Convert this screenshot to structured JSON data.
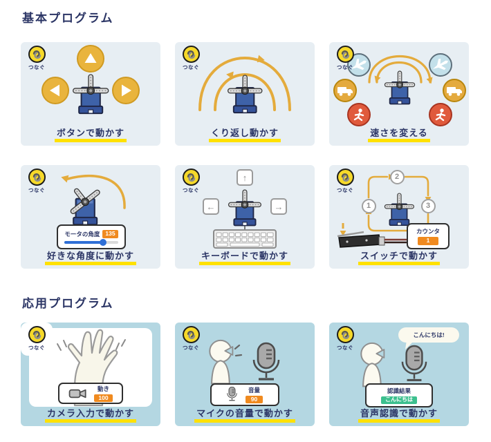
{
  "colors": {
    "navy_text": "#2b3565",
    "gold_accent": "#e4ab3c",
    "label_highlight": "#ffe100",
    "card_basic_bg": "#e7eef3",
    "card_applied_bg": "#b4d7e2",
    "coin_yellow": "#f6d92a",
    "orange_badge": "#f08a1f",
    "green_badge": "#3cc08e",
    "slider_blue": "#2f6fd6",
    "servo_blue": "#3e62a8"
  },
  "sections": [
    {
      "title": "基本プログラム",
      "cards": [
        {
          "label": "ボタンで動かす",
          "connect": "つなぐ"
        },
        {
          "label": "くり返し動かす",
          "connect": "つなぐ"
        },
        {
          "label": "速さを変える",
          "connect": "つなぐ"
        },
        {
          "label": "好きな角度に動かす",
          "connect": "つなぐ",
          "panel": {
            "label": "モータの角度",
            "value": "135"
          }
        },
        {
          "label": "キーボードで動かす",
          "connect": "つなぐ",
          "keys": {
            "up": "↑",
            "left": "←",
            "right": "→"
          }
        },
        {
          "label": "スイッチで動かす",
          "connect": "つなぐ",
          "steps": [
            "1",
            "2",
            "3"
          ],
          "panel": {
            "label": "カウンタ",
            "value": "1"
          }
        }
      ]
    },
    {
      "title": "応用プログラム",
      "cards": [
        {
          "label": "カメラ入力で動かす",
          "connect": "つなぐ",
          "panel": {
            "label": "動き",
            "value": "100"
          }
        },
        {
          "label": "マイクの音量で動かす",
          "connect": "つなぐ",
          "panel": {
            "label": "音量",
            "value": "90"
          }
        },
        {
          "label": "音声認識で動かす",
          "connect": "つなぐ",
          "speech": "こんにちは!",
          "panel": {
            "label": "認識結果",
            "value": "こんにちは"
          }
        }
      ]
    }
  ]
}
